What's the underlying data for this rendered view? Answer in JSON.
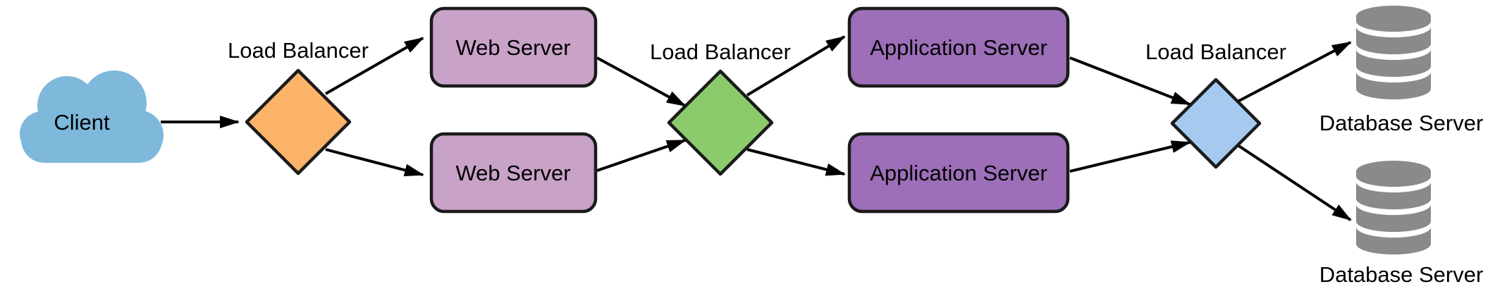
{
  "diagram": {
    "nodes": {
      "client": {
        "label": "Client"
      },
      "load_balancer_1": {
        "label": "Load Balancer"
      },
      "web_server_1": {
        "label": "Web Server"
      },
      "web_server_2": {
        "label": "Web Server"
      },
      "load_balancer_2": {
        "label": "Load Balancer"
      },
      "app_server_1": {
        "label": "Application Server"
      },
      "app_server_2": {
        "label": "Application Server"
      },
      "load_balancer_3": {
        "label": "Load Balancer"
      },
      "database_1": {
        "label": "Database Server"
      },
      "database_2": {
        "label": "Database Server"
      }
    },
    "colors": {
      "client": "#7EB8DB",
      "load_balancer_1": "#FBB269",
      "load_balancer_2": "#8CCB6C",
      "load_balancer_3": "#A6C9F0",
      "web_server": "#C9A2C8",
      "app_server": "#9C6FB8",
      "database": "#8A8A8A",
      "arrow": "#000000",
      "outline": "#1A1A1A"
    }
  }
}
